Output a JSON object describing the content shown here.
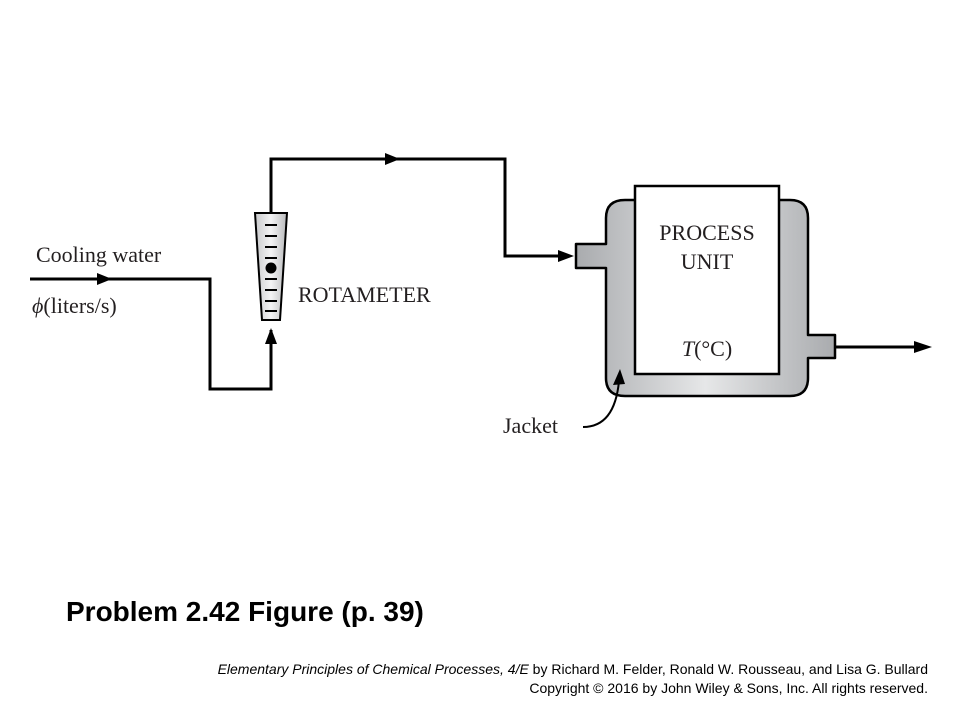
{
  "diagram": {
    "inlet_label_line1": "Cooling water",
    "inlet_label_line2_symbol": "ϕ",
    "inlet_label_line2_rest": "(liters/s)",
    "rotameter_label": "ROTAMETER",
    "unit_label_line1": "PROCESS",
    "unit_label_line2": "UNIT",
    "unit_temp_symbol": "T",
    "unit_temp_rest": "(°C)",
    "jacket_label": "Jacket"
  },
  "caption": {
    "title": "Problem 2.42 Figure  (p. 39)",
    "book_title": "Elementary Principles of Chemical Processes, 4/E",
    "authors": " by  Richard M. Felder, Ronald W. Rousseau, and Lisa G. Bullard",
    "copyright": "Copyright © 2016 by John Wiley & Sons, Inc.  All rights reserved."
  }
}
